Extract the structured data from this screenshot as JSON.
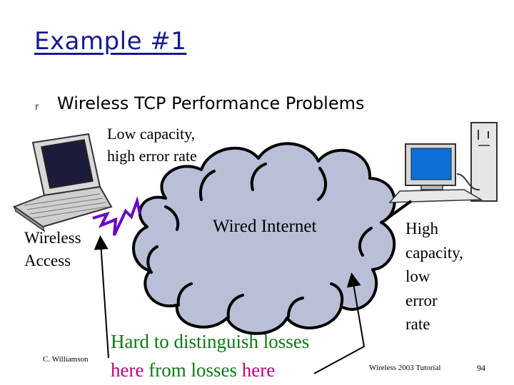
{
  "slide": {
    "title": "Example #1",
    "bullet_glyph": "r",
    "bullet_text": "Wireless TCP Performance Problems"
  },
  "labels": {
    "low_capacity_line1": "Low capacity,",
    "low_capacity_line2": "high error rate",
    "wireless_access_line1": "Wireless",
    "wireless_access_line2": "Access",
    "wired_internet": "Wired Internet",
    "high_capacity_lines": [
      "High",
      "capacity,",
      "low",
      "error",
      "rate"
    ],
    "hard_line1": "Hard to distinguish losses",
    "here_1": "here",
    "from_losses": " from losses ",
    "here_2": "here"
  },
  "footer": {
    "author": "C. Williamson",
    "title": "Wireless 2003 Tutorial",
    "page": "94"
  },
  "icons": {
    "laptop": "laptop-icon",
    "desktop": "desktop-computer-icon",
    "wireless_link": "lightning-bolt-icon",
    "network": "internet-cloud-icon"
  },
  "colors": {
    "title": "#1a1a8c",
    "cloud_fill": "#b8bfd6",
    "here_pink": "#c4007a",
    "text_green": "#0a7a12"
  }
}
